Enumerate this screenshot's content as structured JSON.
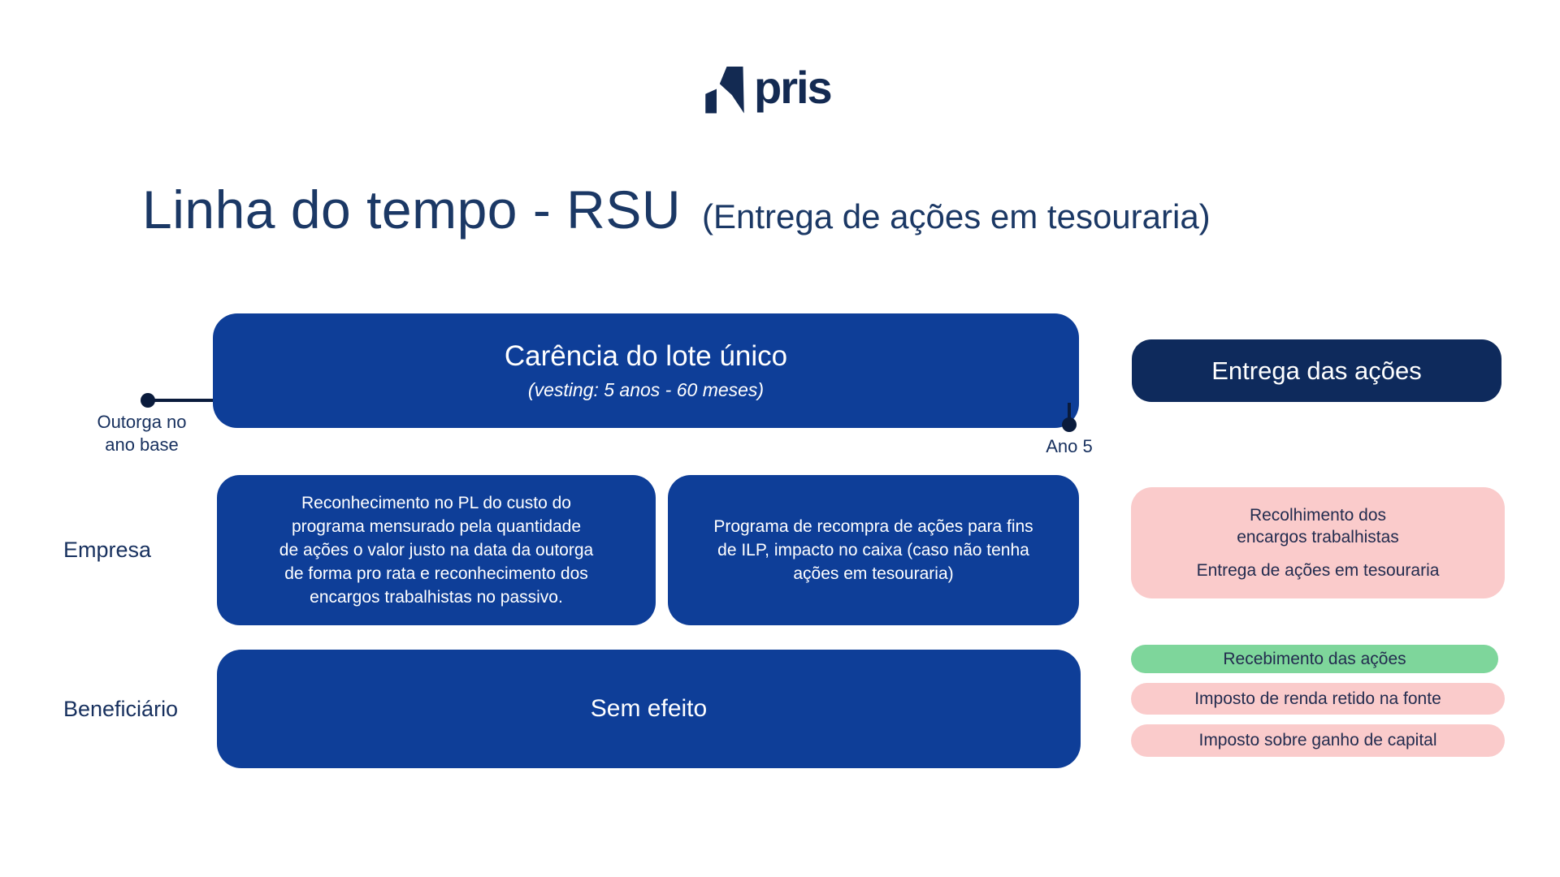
{
  "logo": {
    "text": "pris"
  },
  "title": {
    "main": "Linha do tempo - RSU",
    "subtitle": "(Entrega de ações em tesouraria)"
  },
  "timeline": {
    "vesting_box": {
      "title": "Carência do lote único",
      "subtitle": "(vesting: 5 anos - 60 meses)"
    },
    "start_label_line1": "Outorga no",
    "start_label_line2": "ano base",
    "end_label": "Ano 5",
    "delivery_box_label": "Entrega das ações"
  },
  "rows": {
    "empresa": {
      "label": "Empresa",
      "box1_lines": [
        "Reconhecimento no PL do custo do",
        "programa mensurado pela quantidade",
        "de ações o valor justo na data da outorga",
        "de forma pro rata e reconhecimento dos",
        "encargos trabalhistas no passivo."
      ],
      "box2_lines": [
        "Programa de recompra de ações para fins",
        "de ILP, impacto no caixa (caso não tenha",
        "ações em tesouraria)"
      ],
      "pink_box": {
        "line1": "Recolhimento dos",
        "line2": "encargos trabalhistas",
        "line3": "Entrega de ações em tesouraria"
      }
    },
    "beneficiario": {
      "label": "Beneficiário",
      "box_label": "Sem efeito",
      "green_pill": "Recebimento das ações",
      "pink_pill_1": "Imposto de renda retido na fonte",
      "pink_pill_2": "Imposto sobre ganho de capital"
    }
  },
  "colors": {
    "blue": "#0E3E98",
    "navy-box": "#0E2A5C",
    "navy-title": "#1B3865",
    "navy-label": "#17305E",
    "navy-dark": "#132A52",
    "connector": "#0A1B3C",
    "pink": "#FACBCB",
    "green": "#7ED69B",
    "pill-text": "#232C4F"
  }
}
